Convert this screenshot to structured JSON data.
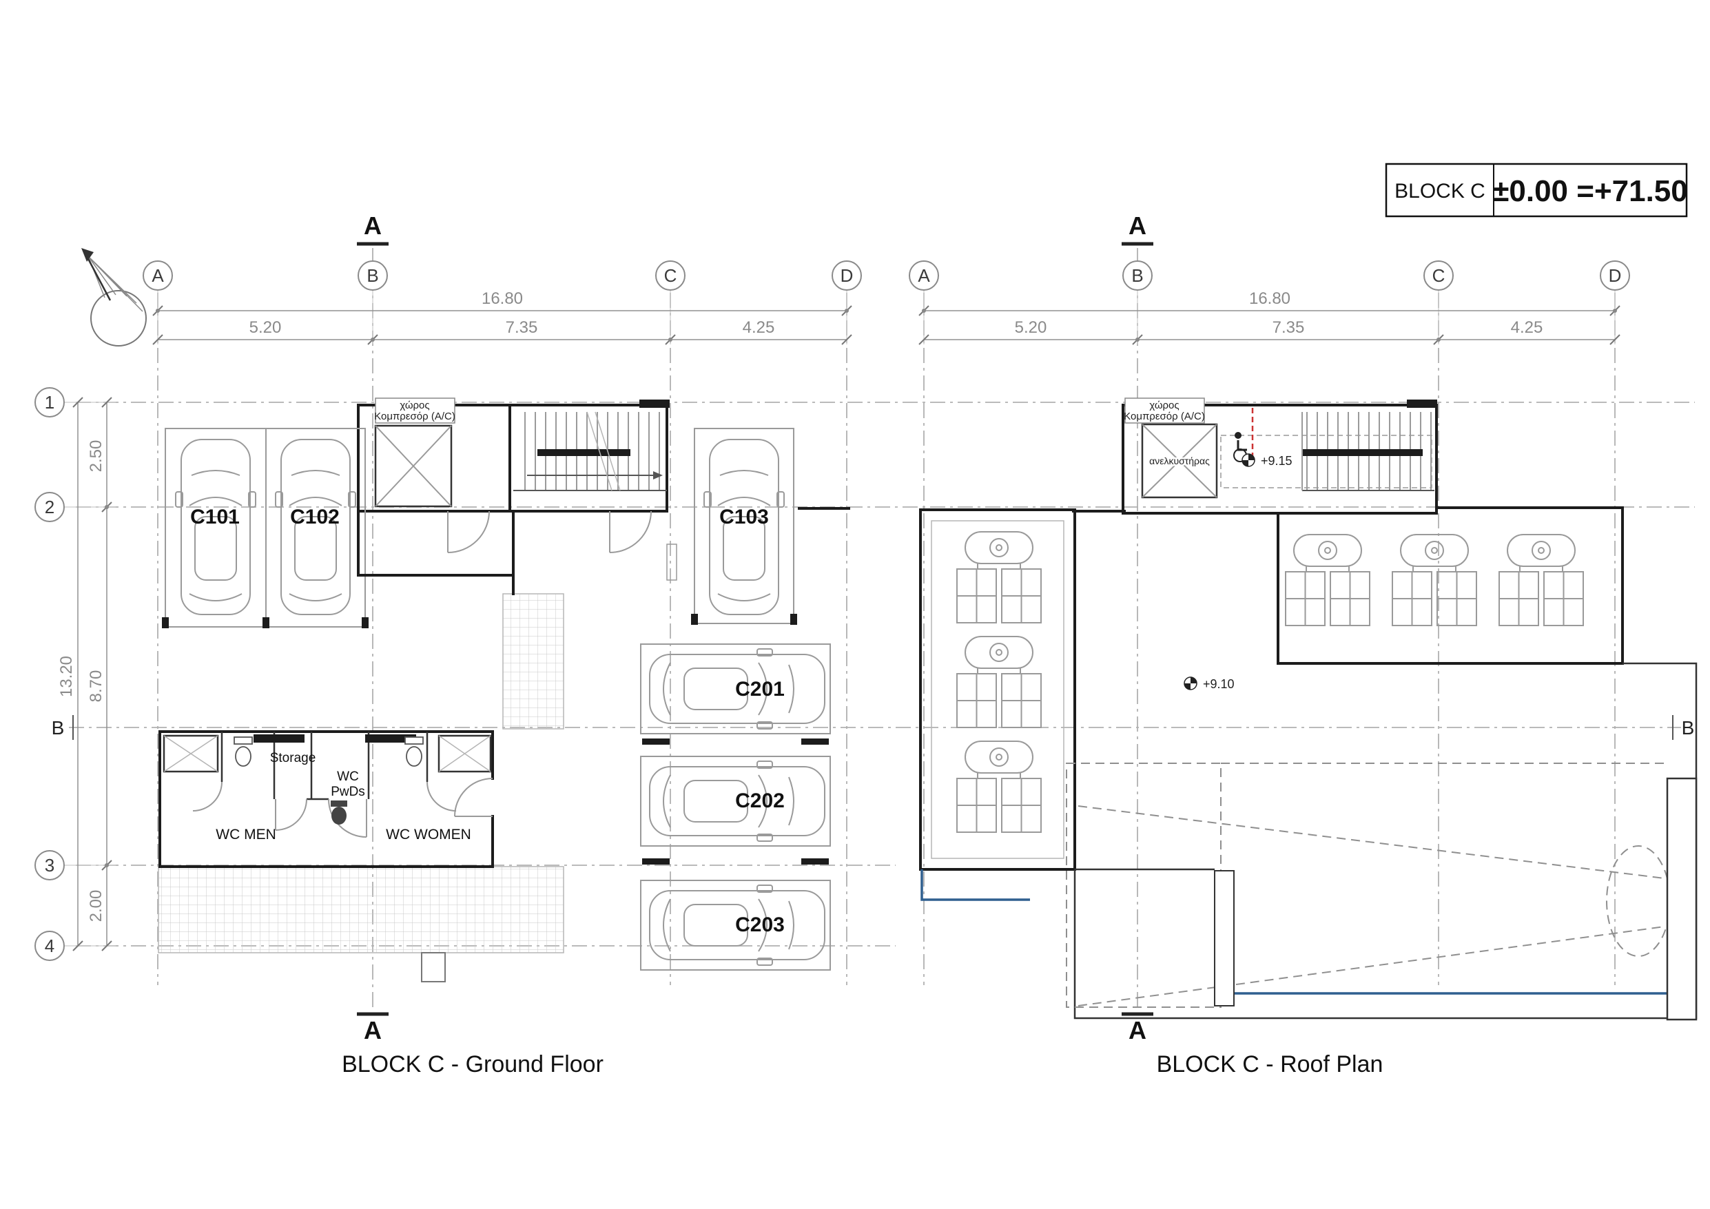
{
  "sheet": {
    "bg": "#ffffff",
    "wall_color": "#1c1c1c",
    "detail_gray": "#9a9a9a",
    "grid_color": "#b0b0b0",
    "dim_color": "#8a8a8a",
    "accent_red": "#cc3333",
    "accent_blue": "#2f5f8f"
  },
  "title_block": {
    "name": "BLOCK C",
    "level": "±0.00 =+71.50"
  },
  "ground": {
    "caption": "BLOCK C - Ground Floor",
    "columns": [
      "A",
      "B",
      "C",
      "D"
    ],
    "rows": [
      "1",
      "2",
      "3",
      "4"
    ],
    "row_edge": "B",
    "section": "A",
    "dims_h": {
      "total": "16.80",
      "segments": [
        "5.20",
        "7.35",
        "4.25"
      ]
    },
    "dims_v": {
      "total": "13.20",
      "segments": [
        "2.50",
        "8.70",
        "2.00"
      ]
    },
    "cars": [
      "C101",
      "C102",
      "C103",
      "C201",
      "C202",
      "C203"
    ],
    "labels": {
      "wc_men": "WC MEN",
      "wc_women": "WC WOMEN",
      "storage": "Storage",
      "wc_pwds_line1": "WC",
      "wc_pwds_line2": "PwDs",
      "ac_line1": "χώρος",
      "ac_line2": "Κομπρεσόρ (A/C)"
    }
  },
  "roof": {
    "caption": "BLOCK C - Roof Plan",
    "columns": [
      "A",
      "B",
      "C",
      "D"
    ],
    "row_edge": "B",
    "section": "A",
    "dims_h": {
      "total": "16.80",
      "segments": [
        "5.20",
        "7.35",
        "4.25"
      ]
    },
    "labels": {
      "elevator": "ανελκυστήρας",
      "ac_line1": "χώρος",
      "ac_line2": "Κομπρεσόρ (A/C)",
      "level_stair": "+9.15",
      "level_roof": "+9.10"
    }
  }
}
